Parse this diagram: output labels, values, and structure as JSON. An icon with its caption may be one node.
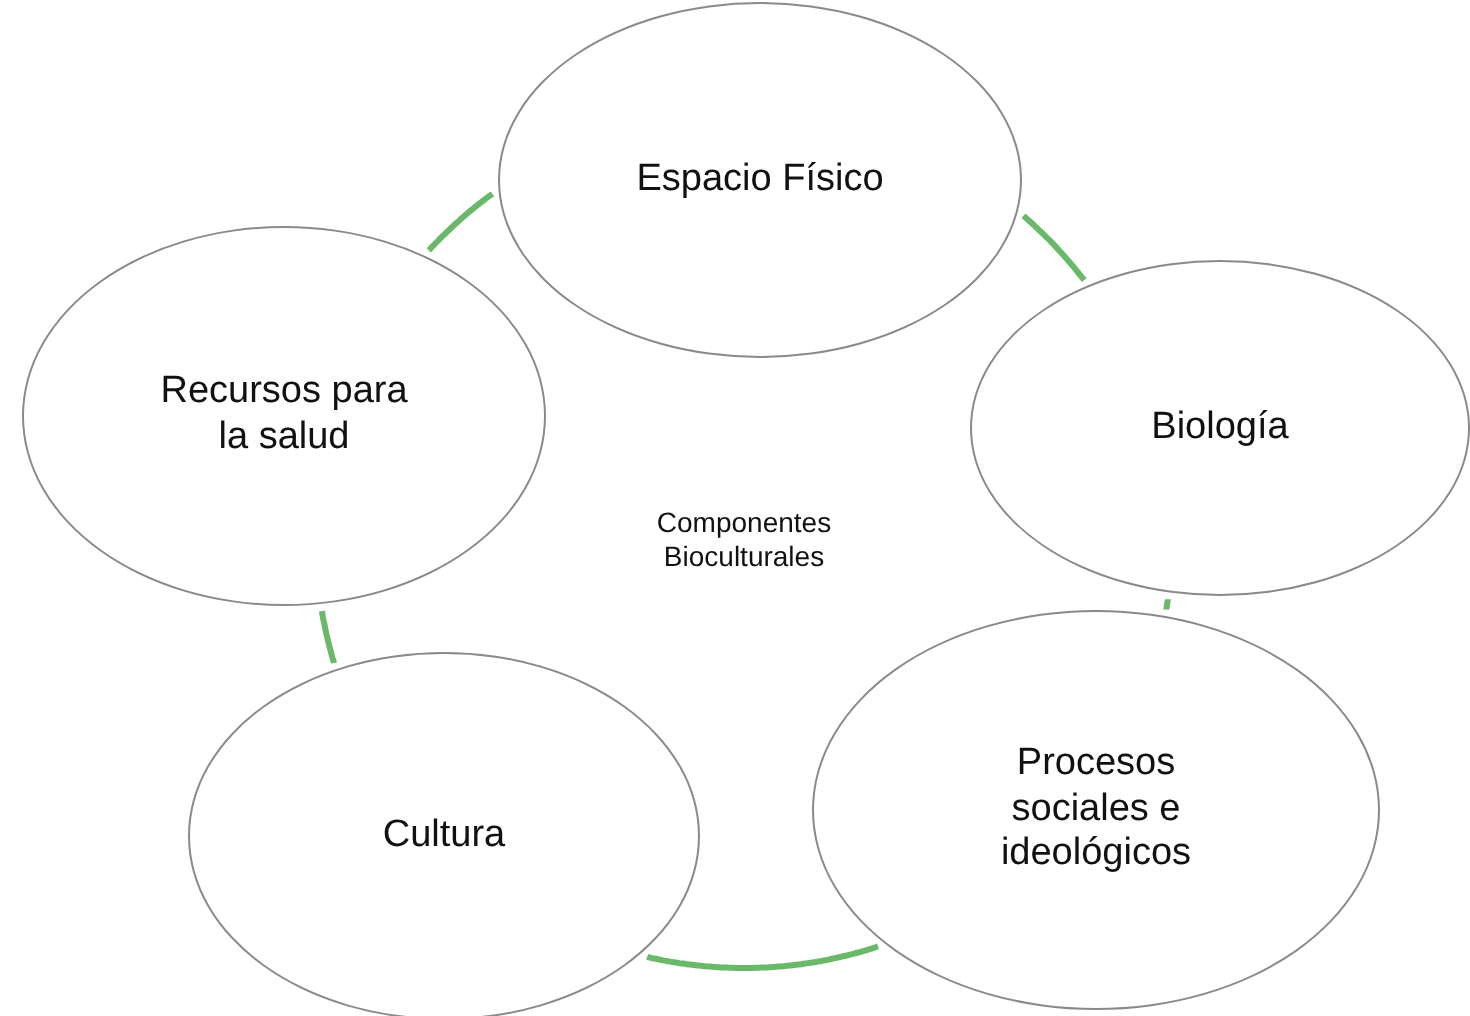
{
  "diagram": {
    "nodes": [
      {
        "text": [
          "Componentes Bioculturales"
        ]
      },
      {
        "text": [
          "Espacio Físico"
        ]
      },
      {
        "text": [
          "Recursos para la salud"
        ]
      },
      {
        "text": [
          "Biología"
        ]
      },
      {
        "text": [
          "Procesos sociales e ideológicos"
        ]
      },
      {
        "text": [
          "Cultura"
        ]
      }
    ],
    "edges": [
      {
        "from": 1,
        "to": 3,
        "arrow": "none"
      },
      {
        "from": 3,
        "to": 4,
        "arrow": "none"
      },
      {
        "from": 4,
        "to": 5,
        "arrow": "none"
      },
      {
        "from": 5,
        "to": 2,
        "arrow": "none"
      },
      {
        "from": 2,
        "to": 1,
        "arrow": "none"
      }
    ]
  }
}
